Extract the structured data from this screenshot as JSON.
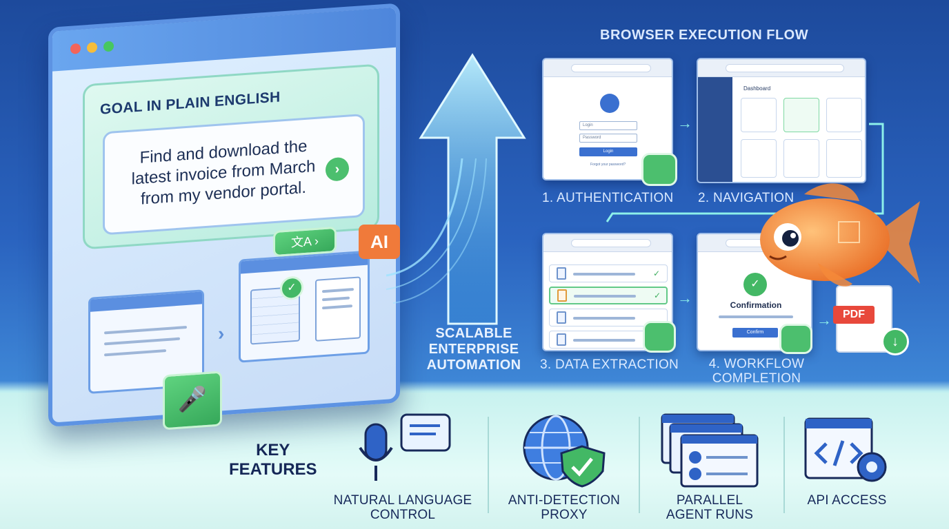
{
  "goal": {
    "heading": "GOAL IN PLAIN ENGLISH",
    "text": "Find and download the latest invoice from March from my vendor portal."
  },
  "ai_badge": "AI",
  "center_label": {
    "line1": "SCALABLE",
    "line2": "ENTERPRISE",
    "line3": "AUTOMATION"
  },
  "flow": {
    "title": "BROWSER EXECUTION FLOW",
    "steps": [
      {
        "label": "1. AUTHENTICATION"
      },
      {
        "label": "2. NAVIGATION"
      },
      {
        "label": "3. DATA EXTRACTION"
      },
      {
        "label_line1": "4. WORKFLOW",
        "label_line2": "COMPLETION"
      }
    ],
    "login": {
      "login_placeholder": "Login",
      "password_placeholder": "Password",
      "button": "Login",
      "forgot": "Forgot your password?"
    },
    "dashboard_title": "Dashboard",
    "confirmation": {
      "title": "Confirmation",
      "button": "Confirm"
    },
    "pdf_label": "PDF"
  },
  "features": {
    "title_line1": "KEY",
    "title_line2": "FEATURES",
    "items": [
      {
        "line1": "NATURAL LANGUAGE",
        "line2": "CONTROL",
        "icon": "microphone-chat-icon"
      },
      {
        "line1": "ANTI-DETECTION",
        "line2": "PROXY",
        "icon": "globe-shield-icon"
      },
      {
        "line1": "PARALLEL",
        "line2": "AGENT RUNS",
        "icon": "stacked-windows-icon"
      },
      {
        "line1": "API ACCESS",
        "line2": "",
        "icon": "code-gear-icon"
      }
    ]
  },
  "colors": {
    "primary_blue": "#2a63bf",
    "accent_green": "#4cbf6e",
    "accent_orange": "#f07a3a",
    "teal_band": "#c8f2ef"
  }
}
